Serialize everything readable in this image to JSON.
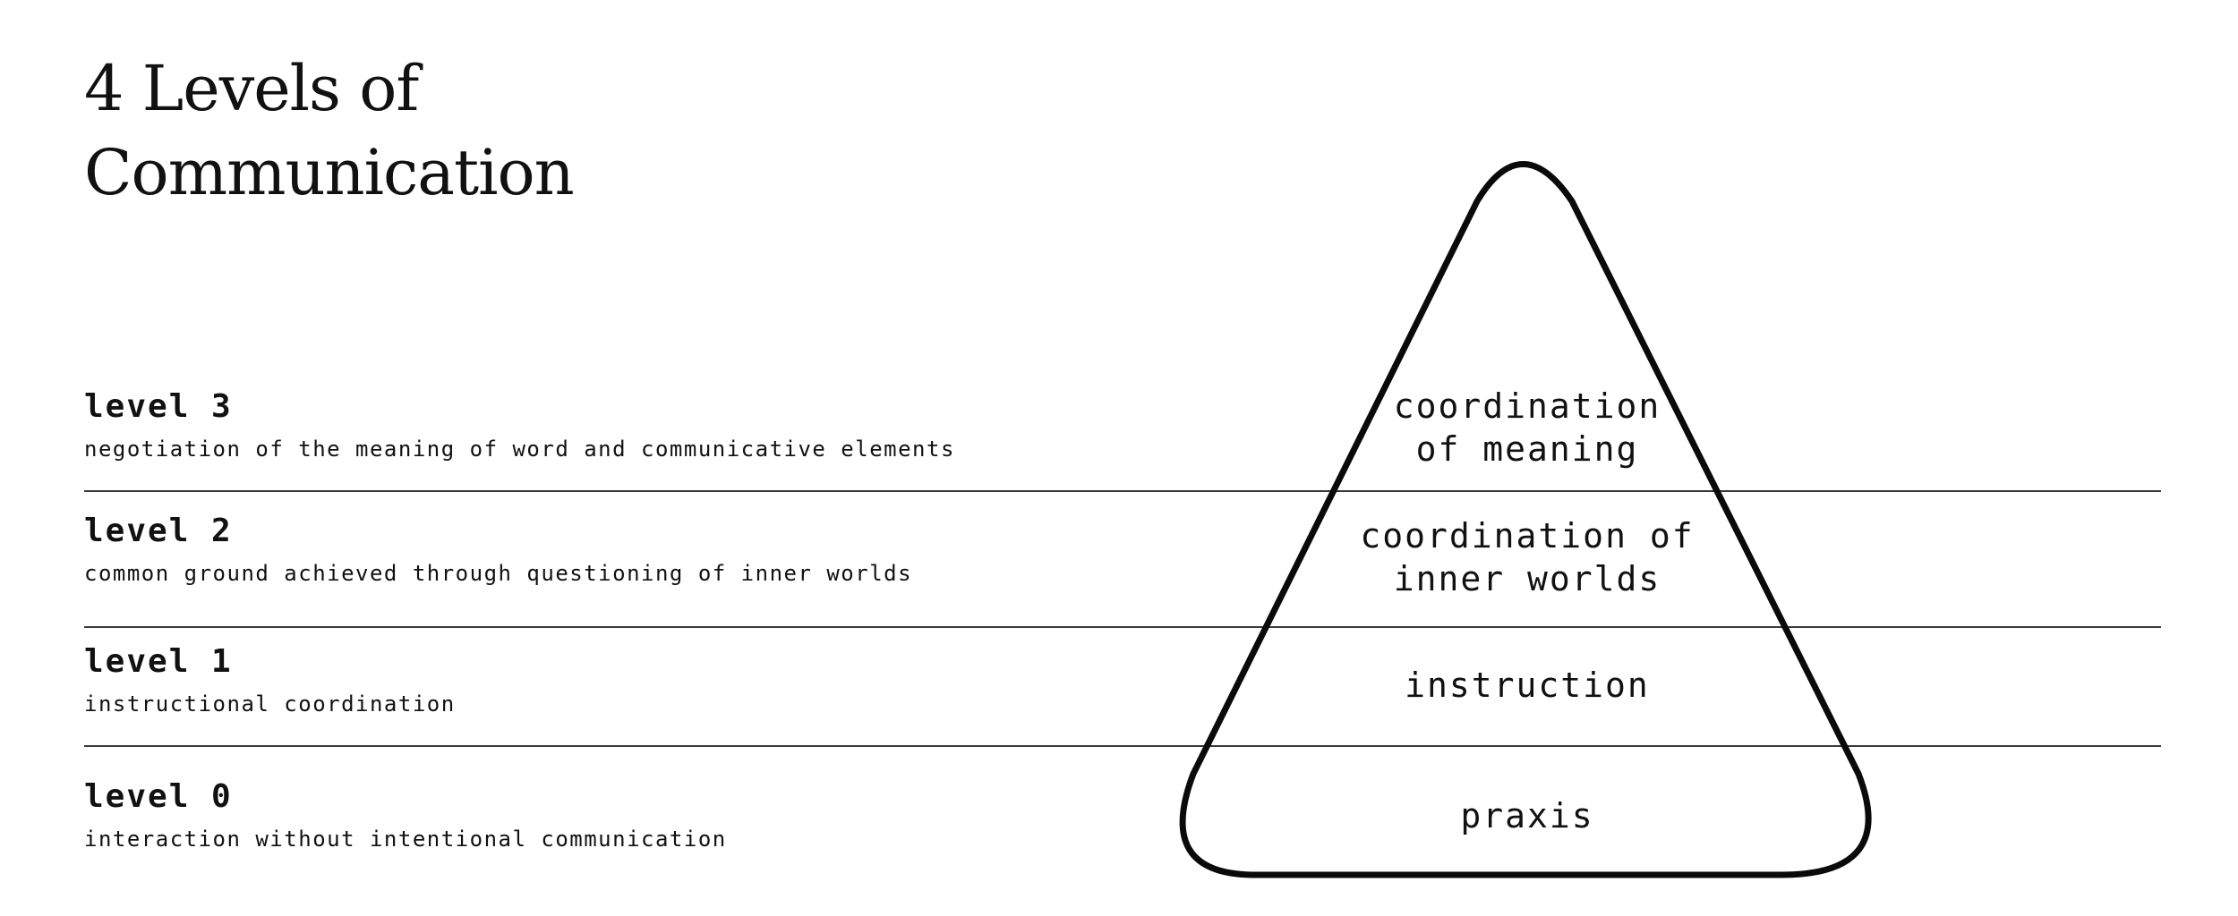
{
  "title": {
    "line1": "4 Levels of",
    "line2": "Communication"
  },
  "levels": [
    {
      "label": "level 3",
      "description": "negotiation of the meaning of word and communicative elements",
      "pyramid_lines": [
        "coordination",
        "of meaning"
      ]
    },
    {
      "label": "level 2",
      "description": "common ground achieved through questioning of inner worlds",
      "pyramid_lines": [
        "coordination of",
        "inner worlds"
      ]
    },
    {
      "label": "level 1",
      "description": "instructional coordination",
      "pyramid_lines": [
        "instruction"
      ]
    },
    {
      "label": "level 0",
      "description": "interaction without intentional communication",
      "pyramid_lines": [
        "praxis"
      ]
    }
  ],
  "colors": {
    "text": "#111111",
    "divider": "#3a3a3a",
    "pyramid_stroke": "#0a0a0a",
    "background": "#ffffff"
  }
}
